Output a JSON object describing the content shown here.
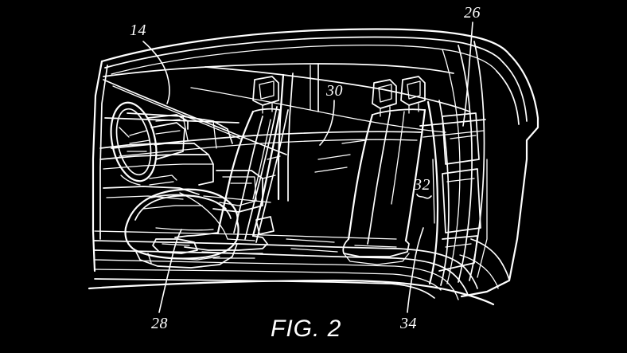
{
  "figure": {
    "caption": "FIG. 2",
    "background_color": "#000000",
    "line_color": "#ffffff",
    "subject": "vehicle interior cutaway line drawing",
    "view": "side cutaway of passenger cabin showing steering wheel, dashboard, front seats, rear seats, door panel and rocker sill"
  },
  "reference_numerals": [
    {
      "id": "14",
      "label": "14",
      "points_to": "windshield / roof header area"
    },
    {
      "id": "26",
      "label": "26",
      "points_to": "rear quarter body panel"
    },
    {
      "id": "30",
      "label": "30",
      "points_to": "rear seat back / cabin interior"
    },
    {
      "id": "32",
      "label": "32",
      "points_to": "rear door trim panel"
    },
    {
      "id": "28",
      "label": "28",
      "points_to": "front driver seat cushion"
    },
    {
      "id": "34",
      "label": "34",
      "points_to": "rocker panel / floor sill"
    }
  ]
}
